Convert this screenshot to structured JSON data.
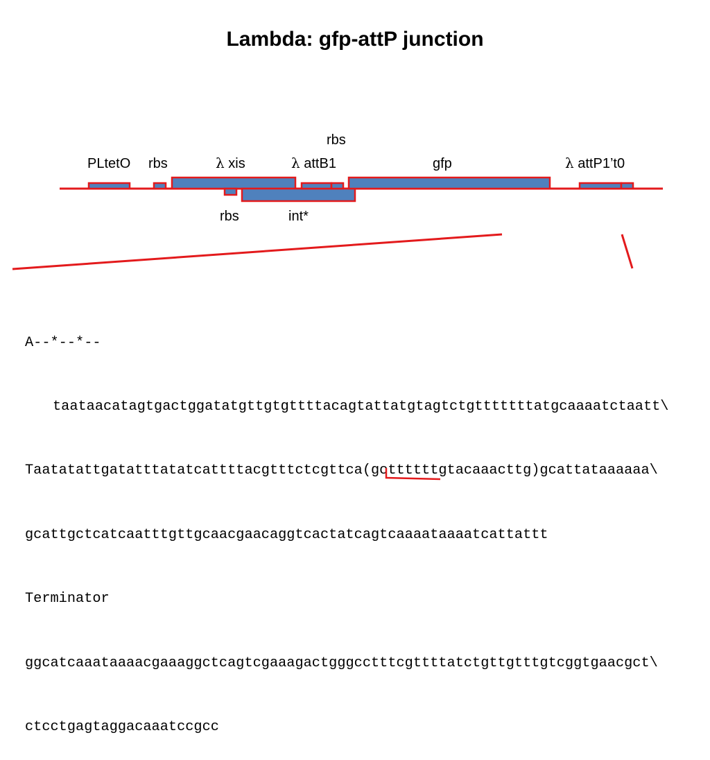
{
  "title": "Lambda: gfp-attP junction",
  "colors": {
    "line": "#e31a1c",
    "box_fill": "#4f81bd",
    "box_stroke": "#e31a1c"
  },
  "labels": {
    "pltet": "PLtetO",
    "rbs1": "rbs",
    "lambda": "λ",
    "xis": " xis",
    "attb1": " attB1",
    "rbs_top": "rbs",
    "gfp": "gfp",
    "attp": " attP1’t0",
    "rbs_below": "rbs",
    "int": "int*"
  },
  "sequence": {
    "line1": "A--*--*--",
    "line2": "taataacatagtgactggatatgttgtgttttacagtattatgtagtctgtttttttatgcaaaatctaatt\\",
    "line3_a": "Taatatattgatatttatatcattttacgtttctcgttca(gc",
    "line3_b": "tttttt",
    "line3_c": "gtacaaacttg)gcattataaaaaa\\",
    "line4": "gcattgctcatcaatttgttgcaacgaacaggtcactatcagtcaaaataaaatcattattt",
    "line5": "Terminator",
    "line6": "ggcatcaaataaaacgaaaggctcagtcgaaagactgggcctttcgttttatctgttgtttgtcggtgaacgct\\",
    "line7": "ctcctgagtaggacaaatccgcc"
  }
}
